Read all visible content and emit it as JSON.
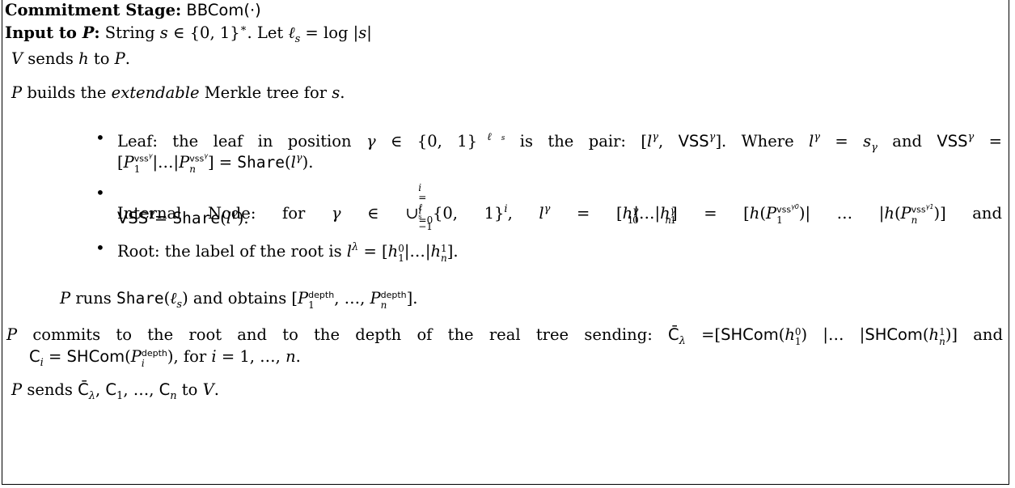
{
  "header": {
    "stage_label": "Commitment Stage:",
    "stage_name": "BBCom(·)",
    "input_label": "Input to P:",
    "input_text": "String s ∈ {0,1}*. Let ℓs = log |s|"
  },
  "steps": {
    "s1": "V sends h to P.",
    "s2a": "P builds the",
    "s2_emph": "extendable",
    "s2b": "Merkle tree for s."
  },
  "bullets": {
    "leaf_l1_a": "Leaf: the leaf in position γ ∈ {0,1}",
    "leaf_l1_exp": "ℓs",
    "leaf_l1_b": "is the pair: [lγ, VSSγ]. Where lγ = sγ and VSSγ =",
    "leaf_l2": "[P1vssγ|…|Pnvssγ] = Share(lγ).",
    "internal_l1": "Internal Node: for γ ∈ ∪ i=0, i=ℓs−1 {0,1}i, lγ = [h1γ0|…|hnγ1] = [h(P1vssγ0)| … |h(Pnvssγ1)] and",
    "internal_l2": "VSSγ= Share(lγ).",
    "root": "Root: the label of the root is lλ = [h10|…|hn1]."
  },
  "share_step": "P runs Share(ℓs) and obtains [P1depth, …, Pndepth].",
  "commit": {
    "line1": "P commits to the root and to the depth of the real tree sending: C̄λ =[SHCom(h10) |… |SHCom(hn1)] and",
    "line2": "Ci = SHCom(Pidepth), for i = 1, …, n."
  },
  "send_step": "P sends C̄λ, C1, …, Cn to V."
}
